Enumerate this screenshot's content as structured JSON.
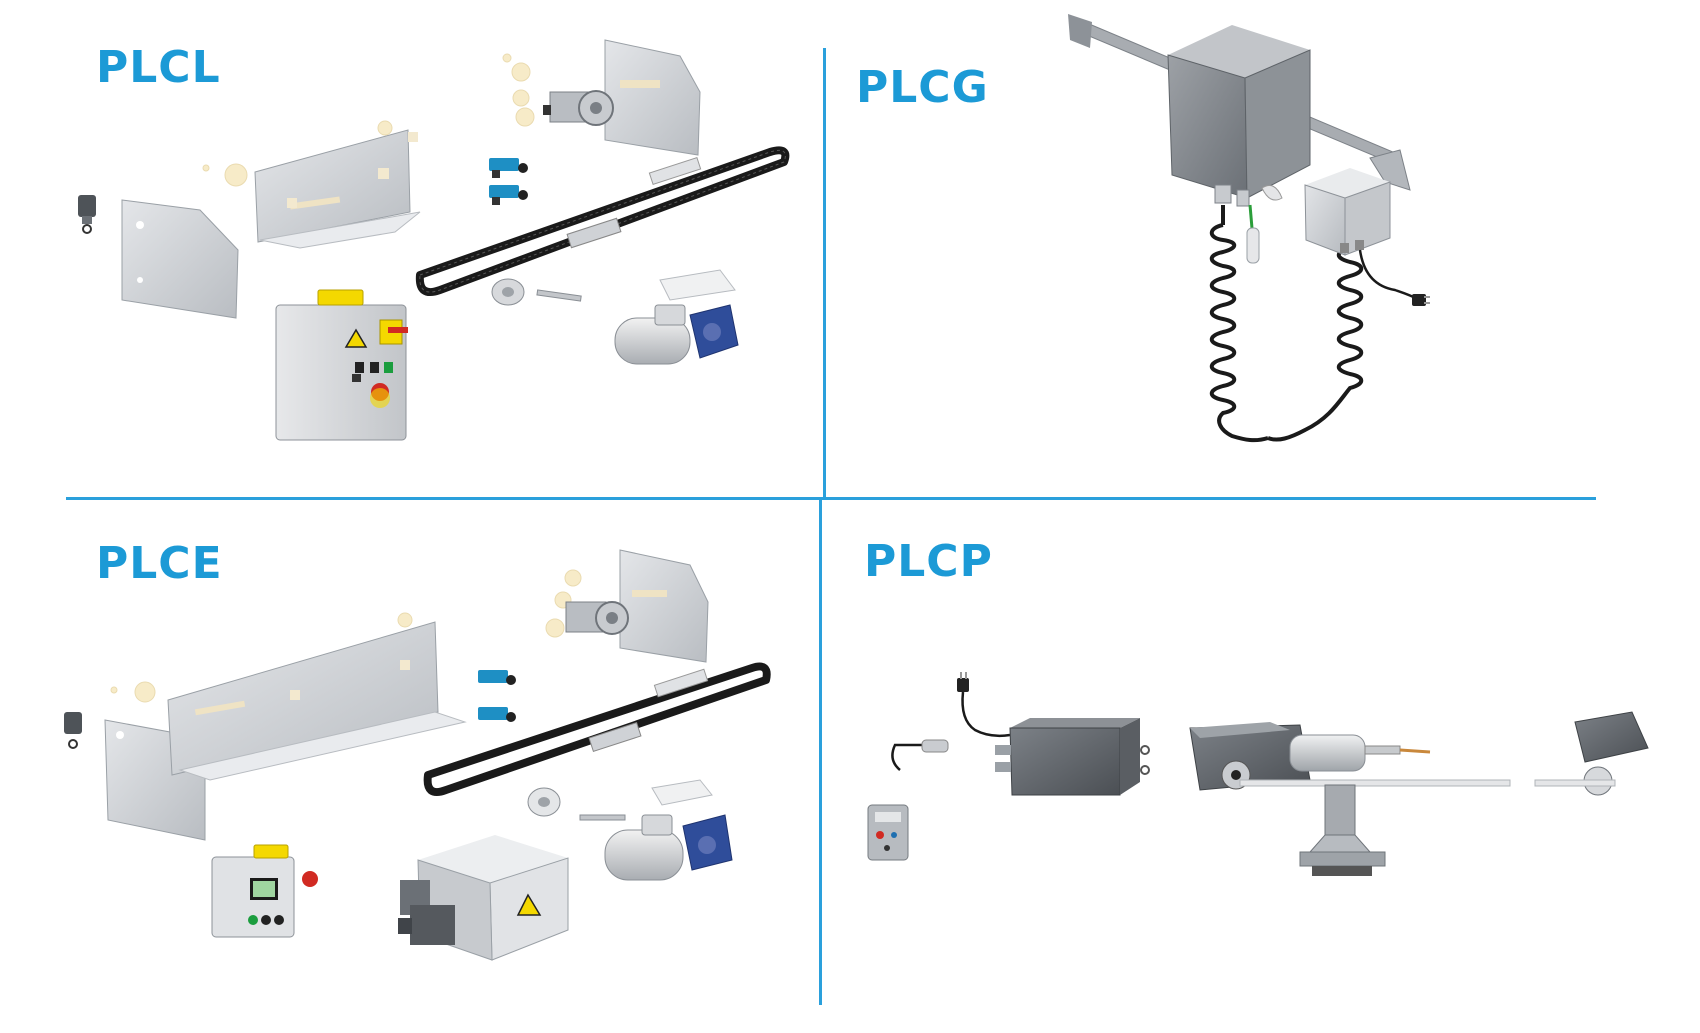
{
  "panels": [
    {
      "id": "top-left",
      "title": "PLCL"
    },
    {
      "id": "top-right",
      "title": "PLCG"
    },
    {
      "id": "bottom-left",
      "title": "PLCE"
    },
    {
      "id": "bottom-right",
      "title": "PLCP"
    }
  ],
  "colors": {
    "accent": "#1c9ad6",
    "divider": "#2aa0dc",
    "panel_grey": "#cfd2d6",
    "motor_blue": "#2f4d9a",
    "warning_yellow": "#f4d800",
    "emergency_red": "#d12a22",
    "cable_black": "#1a1a1a",
    "fitting_cyan": "#1e8fc4"
  },
  "icons": [
    "lightning-warning-icon",
    "power-plug-icon"
  ]
}
